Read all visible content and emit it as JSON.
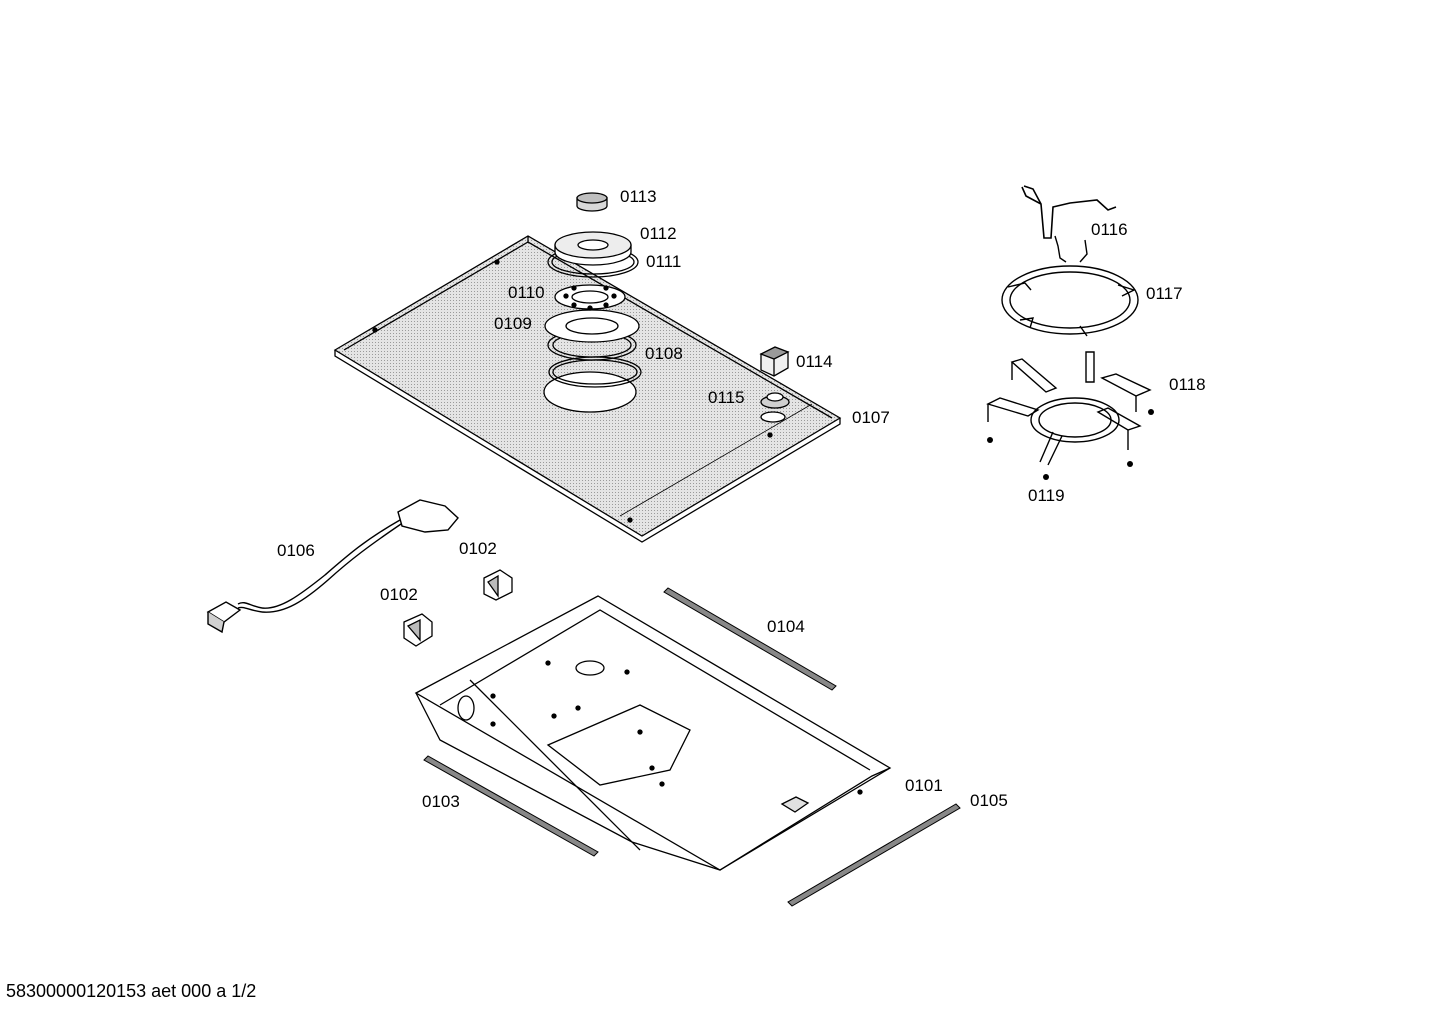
{
  "document": {
    "code": "58300000120153 aet 000 a 1/2"
  },
  "parts": [
    {
      "id": "p0101",
      "label": "0101"
    },
    {
      "id": "p0102a",
      "label": "0102"
    },
    {
      "id": "p0102b",
      "label": "0102"
    },
    {
      "id": "p0103",
      "label": "0103"
    },
    {
      "id": "p0104",
      "label": "0104"
    },
    {
      "id": "p0105",
      "label": "0105"
    },
    {
      "id": "p0106",
      "label": "0106"
    },
    {
      "id": "p0107",
      "label": "0107"
    },
    {
      "id": "p0108",
      "label": "0108"
    },
    {
      "id": "p0109",
      "label": "0109"
    },
    {
      "id": "p0110",
      "label": "0110"
    },
    {
      "id": "p0111",
      "label": "0111"
    },
    {
      "id": "p0112",
      "label": "0112"
    },
    {
      "id": "p0113",
      "label": "0113"
    },
    {
      "id": "p0114",
      "label": "0114"
    },
    {
      "id": "p0115",
      "label": "0115"
    },
    {
      "id": "p0116",
      "label": "0116"
    },
    {
      "id": "p0117",
      "label": "0117"
    },
    {
      "id": "p0118",
      "label": "0118"
    },
    {
      "id": "p0119",
      "label": "0119"
    }
  ]
}
